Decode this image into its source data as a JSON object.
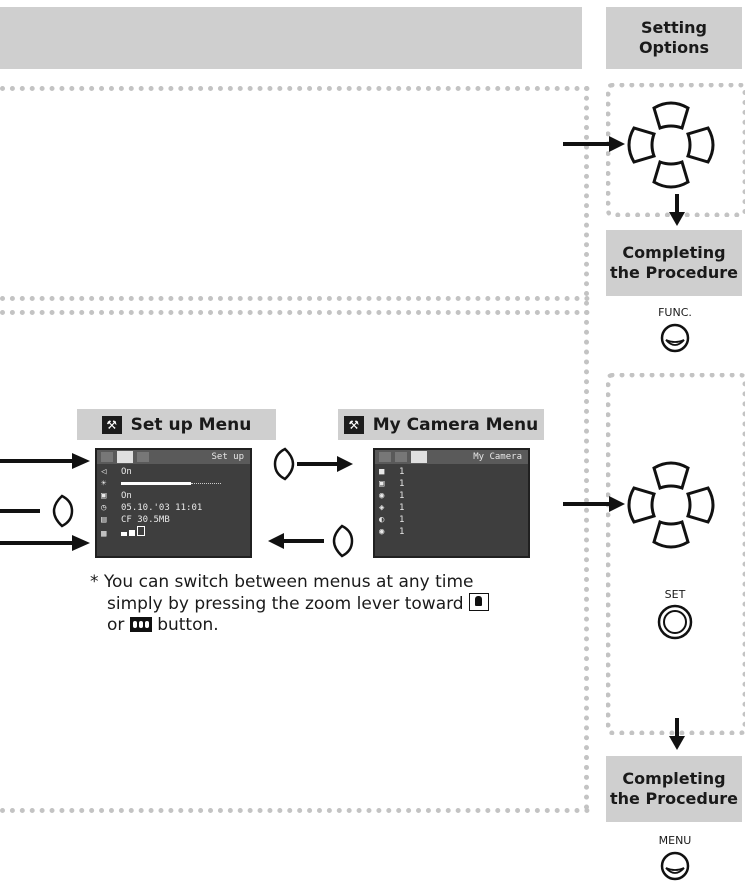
{
  "sidebar": {
    "setting_options_line1": "Setting",
    "setting_options_line2": "Options",
    "completing_1_line1": "Completing",
    "completing_1_line2": "the Procedure",
    "func_label": "FUNC.",
    "set_label": "SET",
    "completing_2_line1": "Completing",
    "completing_2_line2": "the Procedure",
    "menu_label": "MENU"
  },
  "menus": {
    "setup": {
      "label": "Set up Menu",
      "icon": "wrench-icon",
      "screen_title": "Set up",
      "rows": [
        "On",
        "",
        "On",
        "05.10.'03 11:01",
        "CF 30.5MB",
        ""
      ]
    },
    "mycamera": {
      "label": "My Camera Menu",
      "icon": "wrench-icon",
      "screen_title": "My Camera",
      "rows": [
        "1",
        "1",
        "1",
        "1",
        "1",
        "1"
      ]
    }
  },
  "note": {
    "line1": "* You can switch between menus at any time",
    "line2": "simply by pressing the zoom lever toward",
    "line3_suffix": "button.",
    "line3_prefix": "or"
  },
  "colors": {
    "header_bg": "#cfcfcf",
    "dots": "#c3c3c3",
    "screen_bg": "#3e3e3e"
  }
}
